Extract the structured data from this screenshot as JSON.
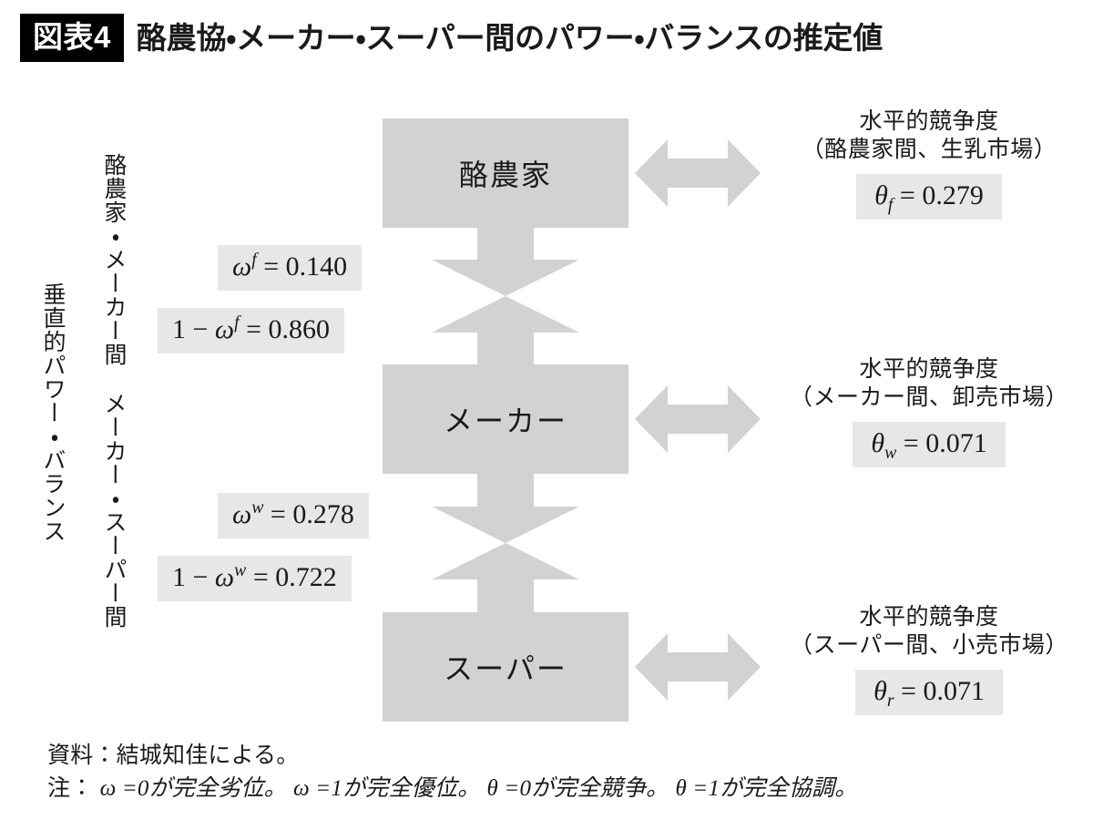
{
  "header": {
    "badge": "図表4",
    "title": "酪農協・メーカー・スーパー間のパワー・バランスの推定値"
  },
  "vertical_axis": {
    "outer_label": "垂直的パワー・バランス",
    "inner_labels": [
      "酪農家・メーカー間",
      "メーカー・スーパー間"
    ]
  },
  "entities": [
    {
      "id": "farmer",
      "label": "酪農家"
    },
    {
      "id": "maker",
      "label": "メーカー"
    },
    {
      "id": "super",
      "label": "スーパー"
    }
  ],
  "vertical_power": [
    {
      "pair": "酪農家・メーカー間",
      "upper": {
        "symbol": "ω",
        "superscript": "f",
        "relation": "=",
        "value": "0.140",
        "text": "ω f = 0.140"
      },
      "lower": {
        "prefix": "1 −",
        "symbol": "ω",
        "superscript": "f",
        "relation": "=",
        "value": "0.860",
        "text": "1 − ω f = 0.860"
      }
    },
    {
      "pair": "メーカー・スーパー間",
      "upper": {
        "symbol": "ω",
        "superscript": "w",
        "relation": "=",
        "value": "0.278",
        "text": "ω w = 0.278"
      },
      "lower": {
        "prefix": "1 −",
        "symbol": "ω",
        "superscript": "w",
        "relation": "=",
        "value": "0.722",
        "text": "1 − ω w = 0.722"
      }
    }
  ],
  "horizontal_competition": [
    {
      "heading": "水平的競争度",
      "market": "（酪農家間、生乳市場）",
      "symbol": "θ",
      "subscript": "f",
      "relation": "=",
      "value": "0.279"
    },
    {
      "heading": "水平的競争度",
      "market": "（メーカー間、卸売市場）",
      "symbol": "θ",
      "subscript": "w",
      "relation": "=",
      "value": "0.071"
    },
    {
      "heading": "水平的競争度",
      "market": "（スーパー間、小売市場）",
      "symbol": "θ",
      "subscript": "r",
      "relation": "=",
      "value": "0.071"
    }
  ],
  "footnotes": {
    "source": "資料：結城知佳による。",
    "note_prefix": "注：",
    "note_items": [
      "ω =0が完全劣位。",
      "ω =1が完全優位。",
      "θ =0が完全競争。",
      "θ =1が完全協調。"
    ],
    "note_full": "注： ω =0が完全劣位。 ω =1が完全優位。 θ =0が完全競争。 θ =1が完全協調。"
  },
  "colors": {
    "box_fill": "#d2d2d2",
    "chip_fill": "#e7e7e7",
    "arrow_fill": "#d2d2d2",
    "badge_bg": "#000000",
    "text": "#1a1a1a",
    "page_bg": "#ffffff"
  }
}
